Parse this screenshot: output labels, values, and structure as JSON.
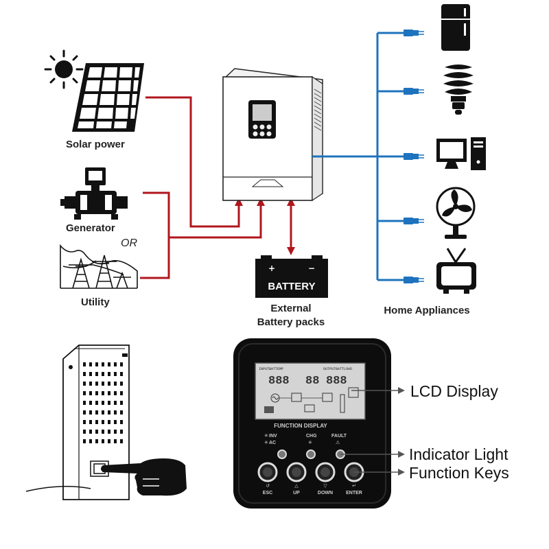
{
  "sources": {
    "solar_label": "Solar power",
    "generator_label": "Generator",
    "or_label": "OR",
    "utility_label": "Utility"
  },
  "battery": {
    "box_label": "BATTERY",
    "caption_line1": "External",
    "caption_line2": "Battery packs"
  },
  "appliances": {
    "caption": "Home Appliances",
    "items": [
      "refrigerator-icon",
      "bulb-icon",
      "computer-icon",
      "fan-icon",
      "tv-icon"
    ]
  },
  "panel": {
    "lcd_label": "LCD Display",
    "indicator_label": "Indicator Light",
    "function_keys_label": "Function Keys",
    "function_display_text": "FUNCTION DISPLAY",
    "indicators": [
      {
        "line1": "INV",
        "line2": "AC"
      },
      {
        "line1": "CHG",
        "line2": ""
      },
      {
        "line1": "FAULT",
        "line2": ""
      }
    ],
    "keys": [
      "ESC",
      "UP",
      "DOWN",
      "ENTER"
    ],
    "lcd_top_left": "INPUTBATTEMP",
    "lcd_top_right": "OUTPUTBATTLOAD",
    "lcd_digits_left": "888",
    "lcd_digits_mid": "88",
    "lcd_digits_right": "888"
  },
  "colors": {
    "input_line": "#b0161e",
    "output_line": "#1e73be",
    "panel_body": "#0d0d0d",
    "lcd_bg": "#d4d4d4"
  }
}
